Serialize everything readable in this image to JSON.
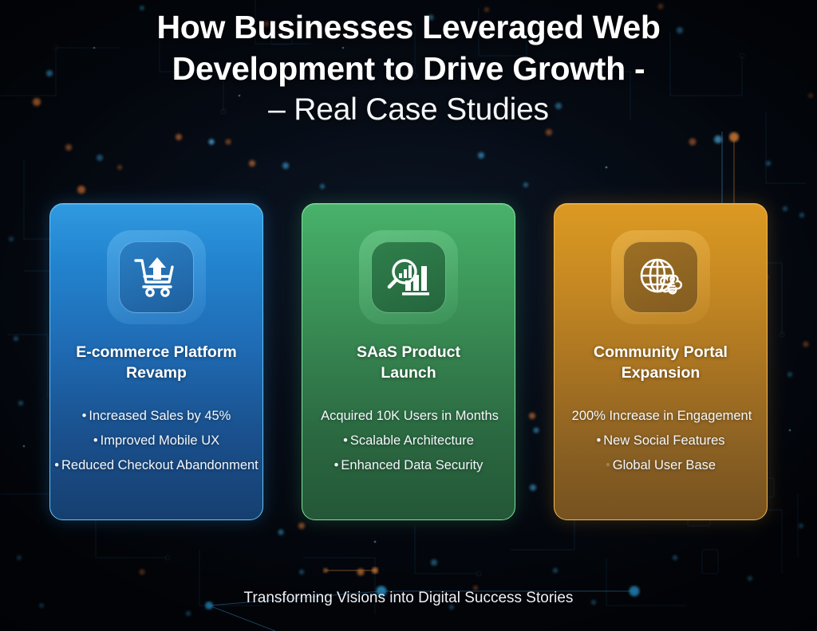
{
  "title": {
    "line1": "How Businesses Leveraged Web",
    "line2": "Development to Drive Growth -",
    "line3": "– Real Case Studies"
  },
  "footer": {
    "tagline": "Transforming Visions into Digital Success Stories"
  },
  "colors": {
    "background": "#04070d",
    "card_blue": "#2384cf",
    "card_blue_border": "#63c6f5",
    "card_green": "#3f9e5e",
    "card_green_border": "#7fe0a0",
    "card_amber": "#c98b22",
    "card_amber_border": "#f0b753",
    "particle_blue": "#2aa3e8",
    "particle_orange": "#e8823c",
    "text_primary": "#ffffff"
  },
  "cards": [
    {
      "id": "ecommerce",
      "icon": "shopping-cart-upload-icon",
      "accent": "#2384cf",
      "title_line1": "E-commerce Platform",
      "title_line2": "Revamp",
      "bullets": [
        {
          "bullet": "•",
          "text": "Increased Sales by 45%",
          "bullet_visible": true
        },
        {
          "bullet": "•",
          "text": "Improved Mobile UX",
          "bullet_visible": true
        },
        {
          "bullet": "•",
          "text": "Reduced Checkout Abandonment",
          "bullet_visible": true
        }
      ]
    },
    {
      "id": "saas",
      "icon": "analytics-search-chart-icon",
      "accent": "#3f9e5e",
      "title_line1": "SAaS Product",
      "title_line2": "Launch",
      "bullets": [
        {
          "bullet": "",
          "text": "Acquired 10K Users in Months",
          "bullet_visible": false
        },
        {
          "bullet": "•",
          "text": "Scalable Architecture",
          "bullet_visible": true
        },
        {
          "bullet": "•",
          "text": "Enhanced Data Security",
          "bullet_visible": true
        }
      ]
    },
    {
      "id": "community",
      "icon": "globe-network-icon",
      "accent": "#c98b22",
      "title_line1": "Community Portal",
      "title_line2": "Expansion",
      "bullets": [
        {
          "bullet": "",
          "text": "200% Increase in Engagement",
          "bullet_visible": false
        },
        {
          "bullet": "•",
          "text": "New Social Features",
          "bullet_visible": true
        },
        {
          "bullet": "•",
          "text": "Global User Base",
          "bullet_visible": true,
          "faint": true
        }
      ]
    }
  ]
}
